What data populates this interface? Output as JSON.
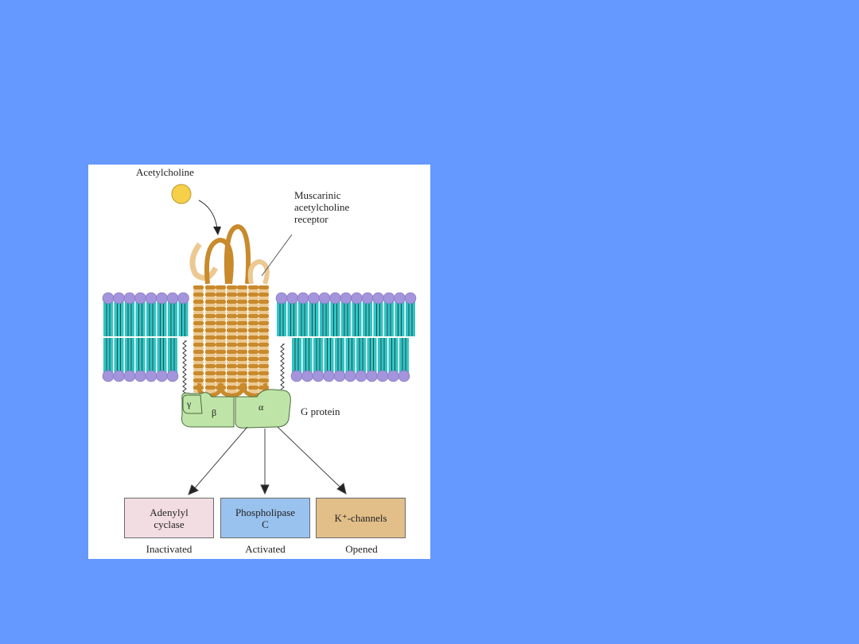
{
  "slide": {
    "background_color": "#6699ff"
  },
  "figure": {
    "ligand_label": "Acetylcholine",
    "receptor_label_lines": [
      "Muscarinic",
      "acetylcholine",
      "receptor"
    ],
    "g_protein_label": "G protein",
    "subunits": {
      "gamma": "γ",
      "beta": "β",
      "alpha": "α"
    },
    "effectors": [
      {
        "name_lines": [
          "Adenylyl",
          "cyclase"
        ],
        "state": "Inactivated",
        "color": "#f2dde3"
      },
      {
        "name_lines": [
          "Phospholipase",
          "C"
        ],
        "state": "Activated",
        "color": "#99c2ee"
      },
      {
        "name_lines": [
          "K⁺-channels"
        ],
        "state": "Opened",
        "color": "#e2bf88"
      }
    ],
    "colors": {
      "ligand": "#f7d04a",
      "receptor_dark": "#c98a2c",
      "receptor_light": "#ecc992",
      "lipid_head": "#a394dc",
      "lipid_tail": "#33c4c4",
      "g_protein": "#bfe4a8"
    }
  }
}
